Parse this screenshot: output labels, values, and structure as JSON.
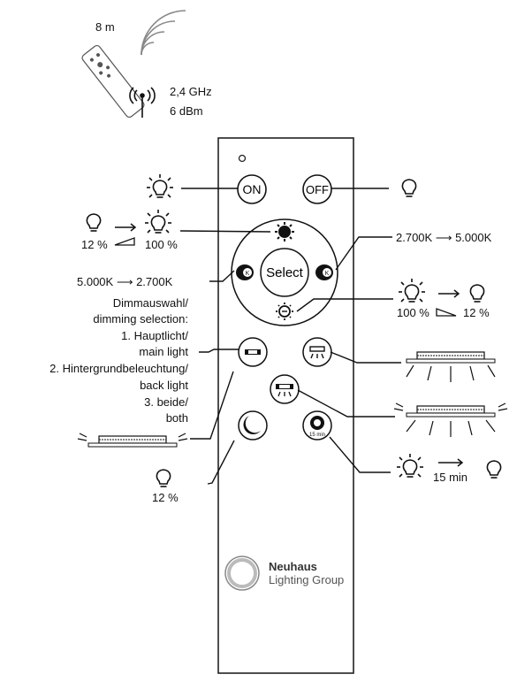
{
  "signal": {
    "range": "8 m",
    "frequency": "2,4 GHz",
    "power": "6 dBm"
  },
  "remote": {
    "on_label": "ON",
    "off_label": "OFF",
    "select_label": "Select",
    "timer_label": "15 min",
    "brand_name": "Neuhaus",
    "brand_sub": "Lighting Group"
  },
  "callouts": {
    "brightness_up": {
      "from": "12 %",
      "to": "100 %"
    },
    "brightness_down": {
      "from": "100 %",
      "to": "12 %"
    },
    "color_warm_to_cold": "2.700K ⟶ 5.000K",
    "color_cold_to_warm": "5.000K ⟶ 2.700K",
    "dimming": {
      "line1": "Dimmauswahl/",
      "line2": "dimming selection:",
      "line3": "1. Hauptlicht/",
      "line4": "main light",
      "line5": "2. Hintergrundbeleuchtung/",
      "line6": "back light",
      "line7": "3. beide/",
      "line8": "both"
    },
    "night_light": "12 %",
    "sleep_timer": "15 min"
  }
}
